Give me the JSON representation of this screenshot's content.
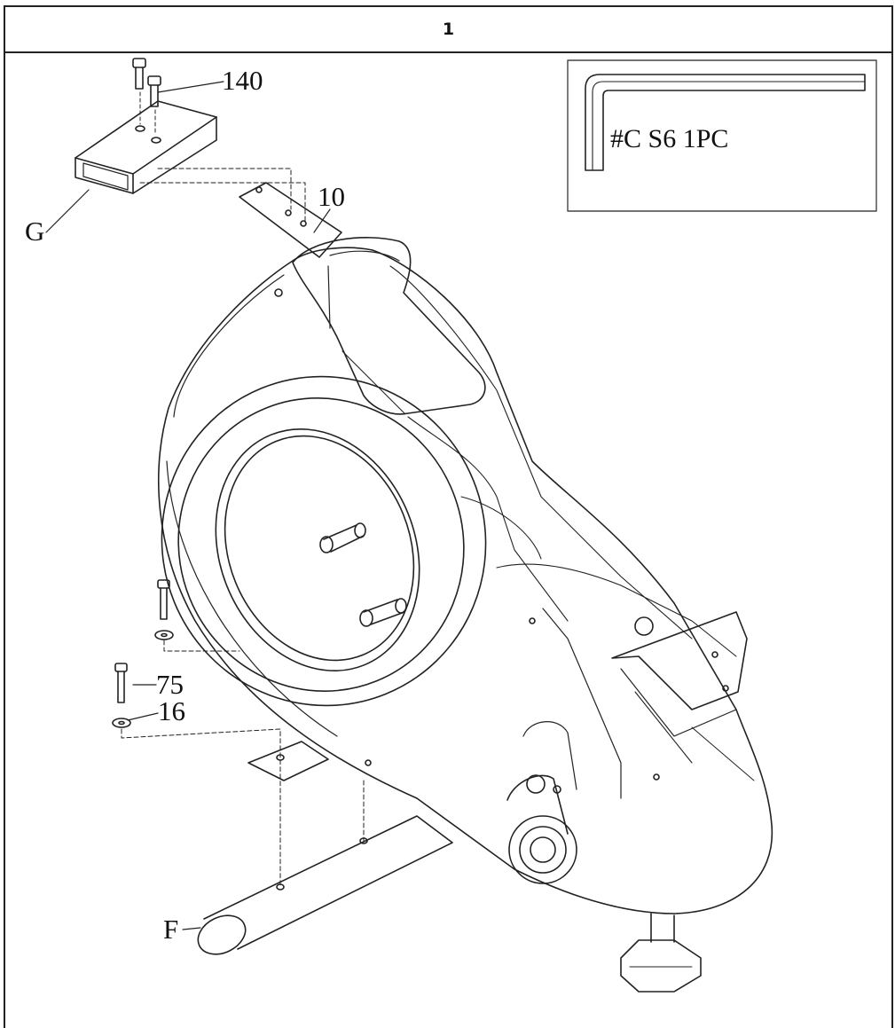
{
  "step": {
    "number": "1"
  },
  "tool_box": {
    "label": "#C  S6  1PC"
  },
  "callouts": {
    "bolt_top": "140",
    "part_g": "G",
    "part_10": "10",
    "bolt_75": "75",
    "washer_16": "16",
    "part_f": "F"
  }
}
